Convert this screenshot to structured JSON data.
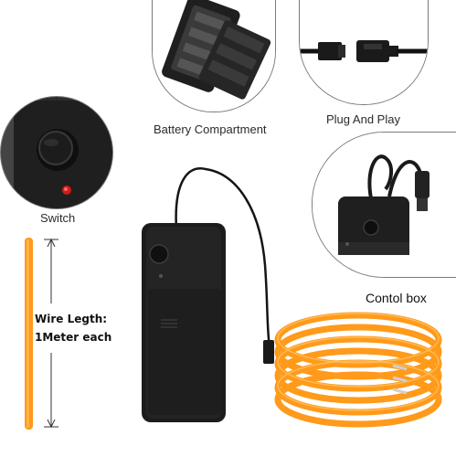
{
  "captions": {
    "battery": "Battery Compartment",
    "plug": "Plug And Play",
    "switch": "Switch",
    "control_box": "Contol box",
    "wire_length_line1": "Wire Legth:",
    "wire_length_line2": "1Meter each"
  },
  "colors": {
    "wire": "#ff9a1a",
    "wire_highlight": "#ffc266",
    "body": "#1e1e1e",
    "led": "#d11a1a"
  }
}
